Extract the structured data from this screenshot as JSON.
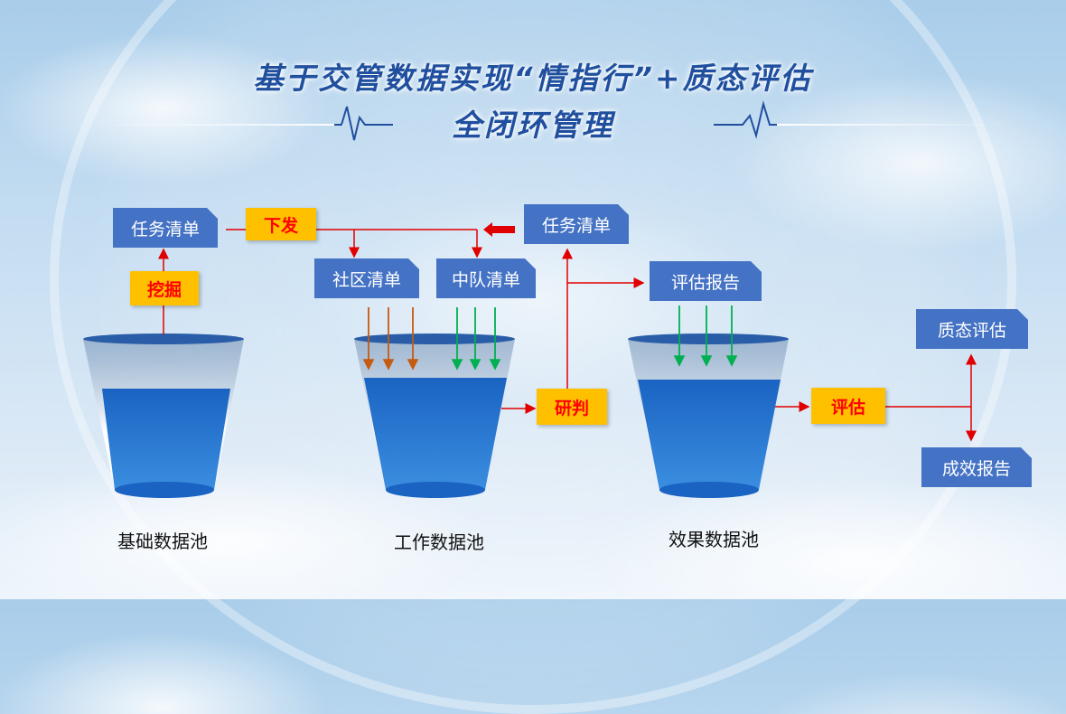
{
  "title": {
    "line1": "基于交管数据实现“情指行”+质态评估",
    "line2": "全闭环管理"
  },
  "boxes": {
    "task_list_left": "任务清单",
    "task_list_right": "任务清单",
    "community_list": "社区清单",
    "squad_list": "中队清单",
    "eval_report": "评估报告",
    "quality_eval": "质态评估",
    "effect_report": "成效报告"
  },
  "tags": {
    "issue": "下发",
    "mine": "挖掘",
    "judge": "研判",
    "evaluate": "评估"
  },
  "pools": {
    "basic": "基础数据池",
    "work": "工作数据池",
    "effect": "效果数据池"
  },
  "colors": {
    "box_blue": "#4472c4",
    "tag_yellow": "#ffc000",
    "tag_text_red": "#ff0000",
    "flow_red": "#e00000",
    "water_blue": "#1f6bc8",
    "arrow_orange": "#c55a11",
    "arrow_green": "#00b050"
  }
}
